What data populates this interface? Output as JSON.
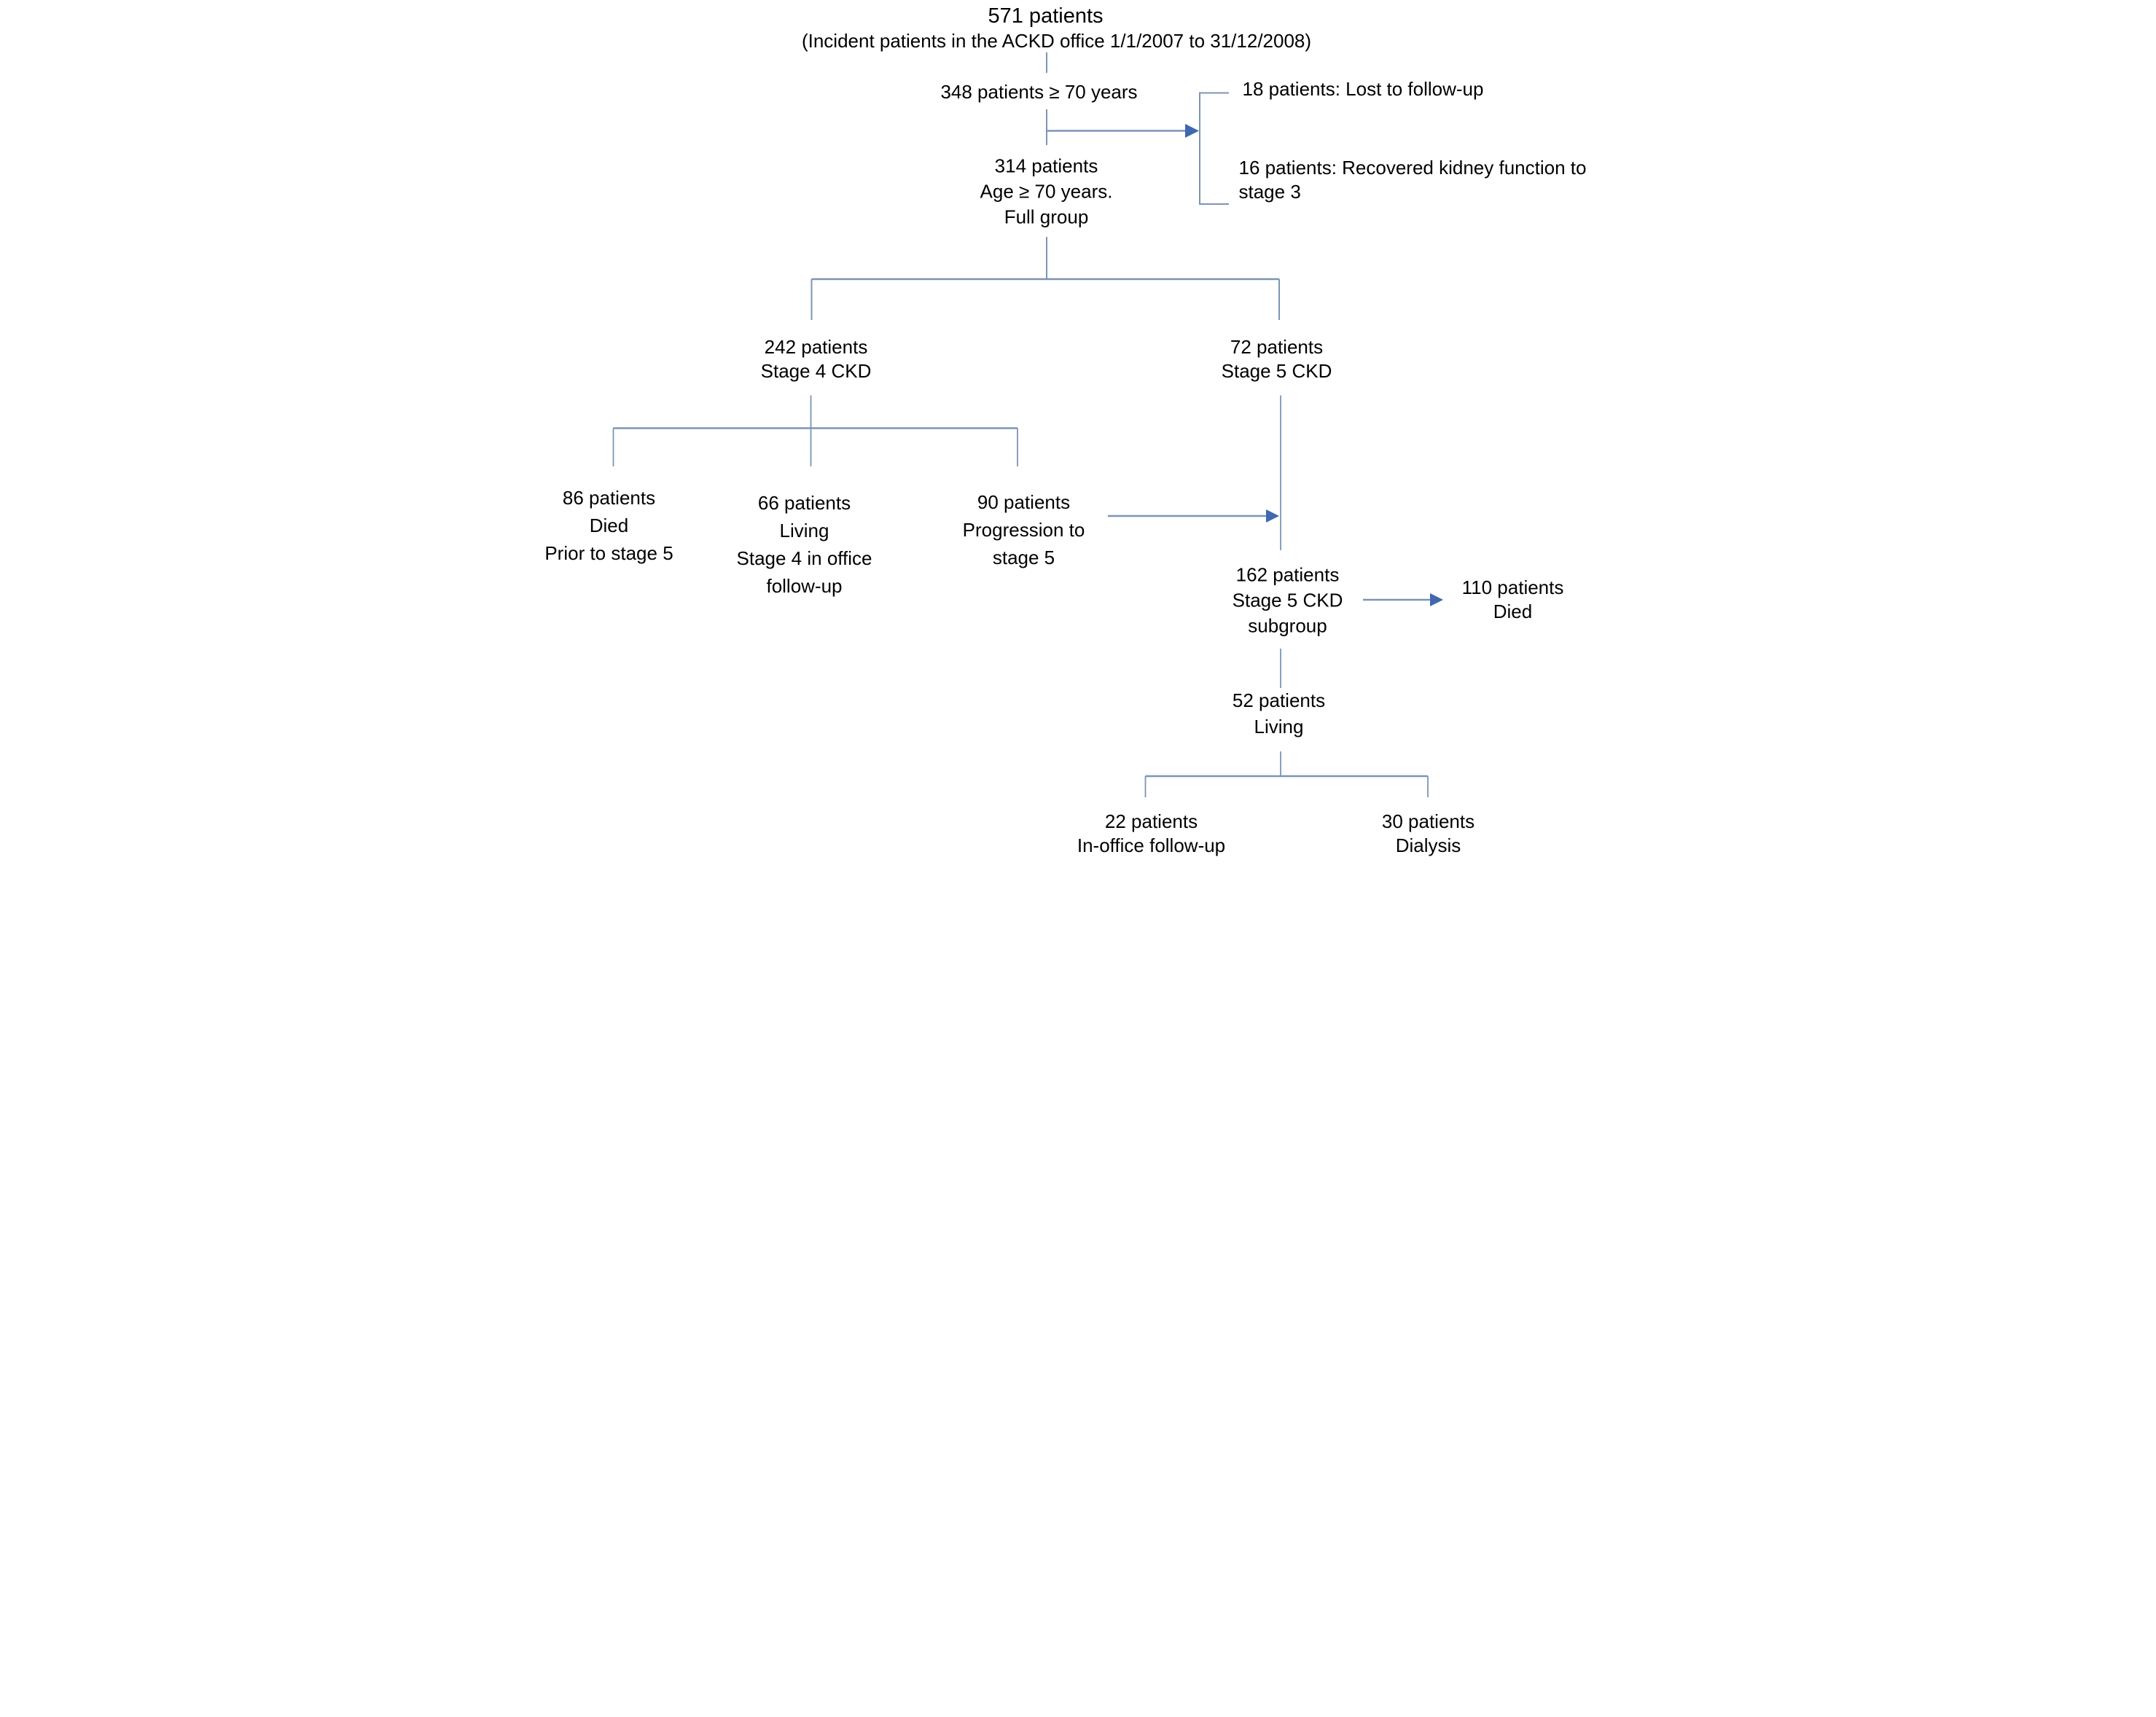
{
  "diagram": {
    "kind": "patient-flow-chart",
    "background": "#ffffff",
    "text_color": "#000000",
    "connector_color": "#7b95b5",
    "arrowhead_color": "#3f68b0"
  },
  "nodes": {
    "root": {
      "lines": [
        "571 patients",
        "(Incident patients in the ACKD office 1/1/2007 to 31/12/2008)"
      ]
    },
    "age_filter": {
      "lines": [
        "348 patients ≥ 70 years"
      ]
    },
    "lost_followup": {
      "lines": [
        "18 patients: Lost to follow-up"
      ]
    },
    "recovered": {
      "lines": [
        "16 patients: Recovered kidney function to",
        "stage 3"
      ]
    },
    "full_group": {
      "lines": [
        "314 patients",
        "Age ≥ 70 years.",
        "Full group"
      ]
    },
    "stage4": {
      "lines": [
        "242 patients",
        "Stage 4 CKD"
      ]
    },
    "stage5": {
      "lines": [
        "72 patients",
        "Stage 5 CKD"
      ]
    },
    "died_prior": {
      "lines": [
        "86 patients",
        "Died",
        "Prior to stage 5"
      ]
    },
    "living_stage4": {
      "lines": [
        "66 patients",
        "Living",
        "Stage 4 in office",
        "follow-up"
      ]
    },
    "progression": {
      "lines": [
        "90 patients",
        "Progression to",
        "stage 5"
      ]
    },
    "stage5_subgroup": {
      "lines": [
        "162 patients",
        "Stage 5 CKD",
        "subgroup"
      ]
    },
    "died_110": {
      "lines": [
        "110 patients",
        "Died"
      ]
    },
    "living_52": {
      "lines": [
        "52 patients",
        "Living"
      ]
    },
    "in_office_22": {
      "lines": [
        "22 patients",
        "In-office follow-up"
      ]
    },
    "dialysis_30": {
      "lines": [
        "30 patients",
        "Dialysis"
      ]
    }
  },
  "edges": [
    {
      "from": "root",
      "to": "age_filter"
    },
    {
      "from": "age_filter",
      "to": "full_group"
    },
    {
      "from": "age_filter",
      "to": "lost_followup",
      "type": "arrow-exclusion"
    },
    {
      "from": "age_filter",
      "to": "recovered",
      "type": "arrow-exclusion"
    },
    {
      "from": "full_group",
      "to": "stage4"
    },
    {
      "from": "full_group",
      "to": "stage5"
    },
    {
      "from": "stage4",
      "to": "died_prior"
    },
    {
      "from": "stage4",
      "to": "living_stage4"
    },
    {
      "from": "stage4",
      "to": "progression"
    },
    {
      "from": "progression",
      "to": "stage5_subgroup",
      "type": "arrow"
    },
    {
      "from": "stage5",
      "to": "stage5_subgroup"
    },
    {
      "from": "stage5_subgroup",
      "to": "died_110",
      "type": "arrow"
    },
    {
      "from": "stage5_subgroup",
      "to": "living_52"
    },
    {
      "from": "living_52",
      "to": "in_office_22"
    },
    {
      "from": "living_52",
      "to": "dialysis_30"
    }
  ]
}
